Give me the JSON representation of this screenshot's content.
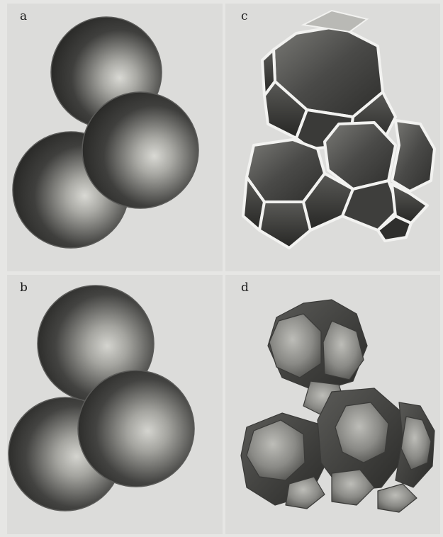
{
  "panels": {
    "a": {
      "label": "a"
    },
    "b": {
      "label": "b"
    },
    "c": {
      "label": "c"
    },
    "d": {
      "label": "d"
    }
  },
  "colors": {
    "page": "#e6e6e4",
    "panel": "#dcdcda",
    "sphere_dark": "#2b2b2b",
    "sphere_light": "#d8d8d4",
    "cell_dark": "#3a3a3a",
    "cell_edge": "#f2f2f0"
  }
}
